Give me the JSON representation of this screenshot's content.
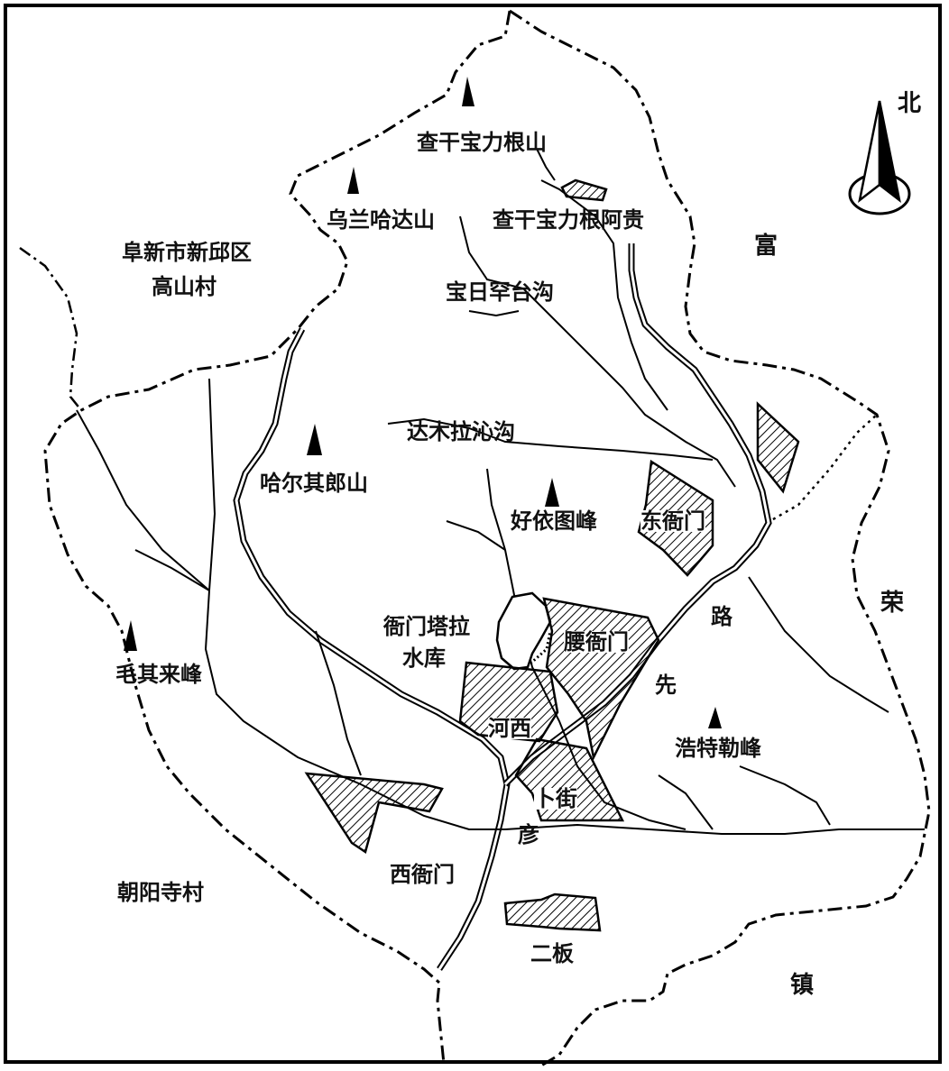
{
  "map": {
    "north_label": "北",
    "peaks": [
      {
        "name": "查干宝力根山"
      },
      {
        "name": "乌兰哈达山"
      },
      {
        "name": "哈尔其郎山"
      },
      {
        "name": "好依图峰"
      },
      {
        "name": "毛其来峰"
      },
      {
        "name": "浩特勒峰"
      }
    ],
    "gullies": [
      {
        "name": "宝日罕台沟"
      },
      {
        "name": "达木拉沁沟"
      }
    ],
    "reservoir": {
      "line1": "衙门塔拉",
      "line2": "水库"
    },
    "settlements": [
      {
        "name": "查干宝力根阿贵"
      },
      {
        "name": "东衙门"
      },
      {
        "name": "腰衙门"
      },
      {
        "name": "河西"
      },
      {
        "name": "卜街"
      },
      {
        "name": "西衙门"
      },
      {
        "name": "二板"
      }
    ],
    "neighbors": {
      "northwest_line1": "阜新市新邱区",
      "northwest_line2": "高山村",
      "southwest": "朝阳寺村",
      "east_chars": [
        "富",
        "荣",
        "镇"
      ]
    },
    "road_chars": [
      "路",
      "先",
      "彦"
    ]
  }
}
